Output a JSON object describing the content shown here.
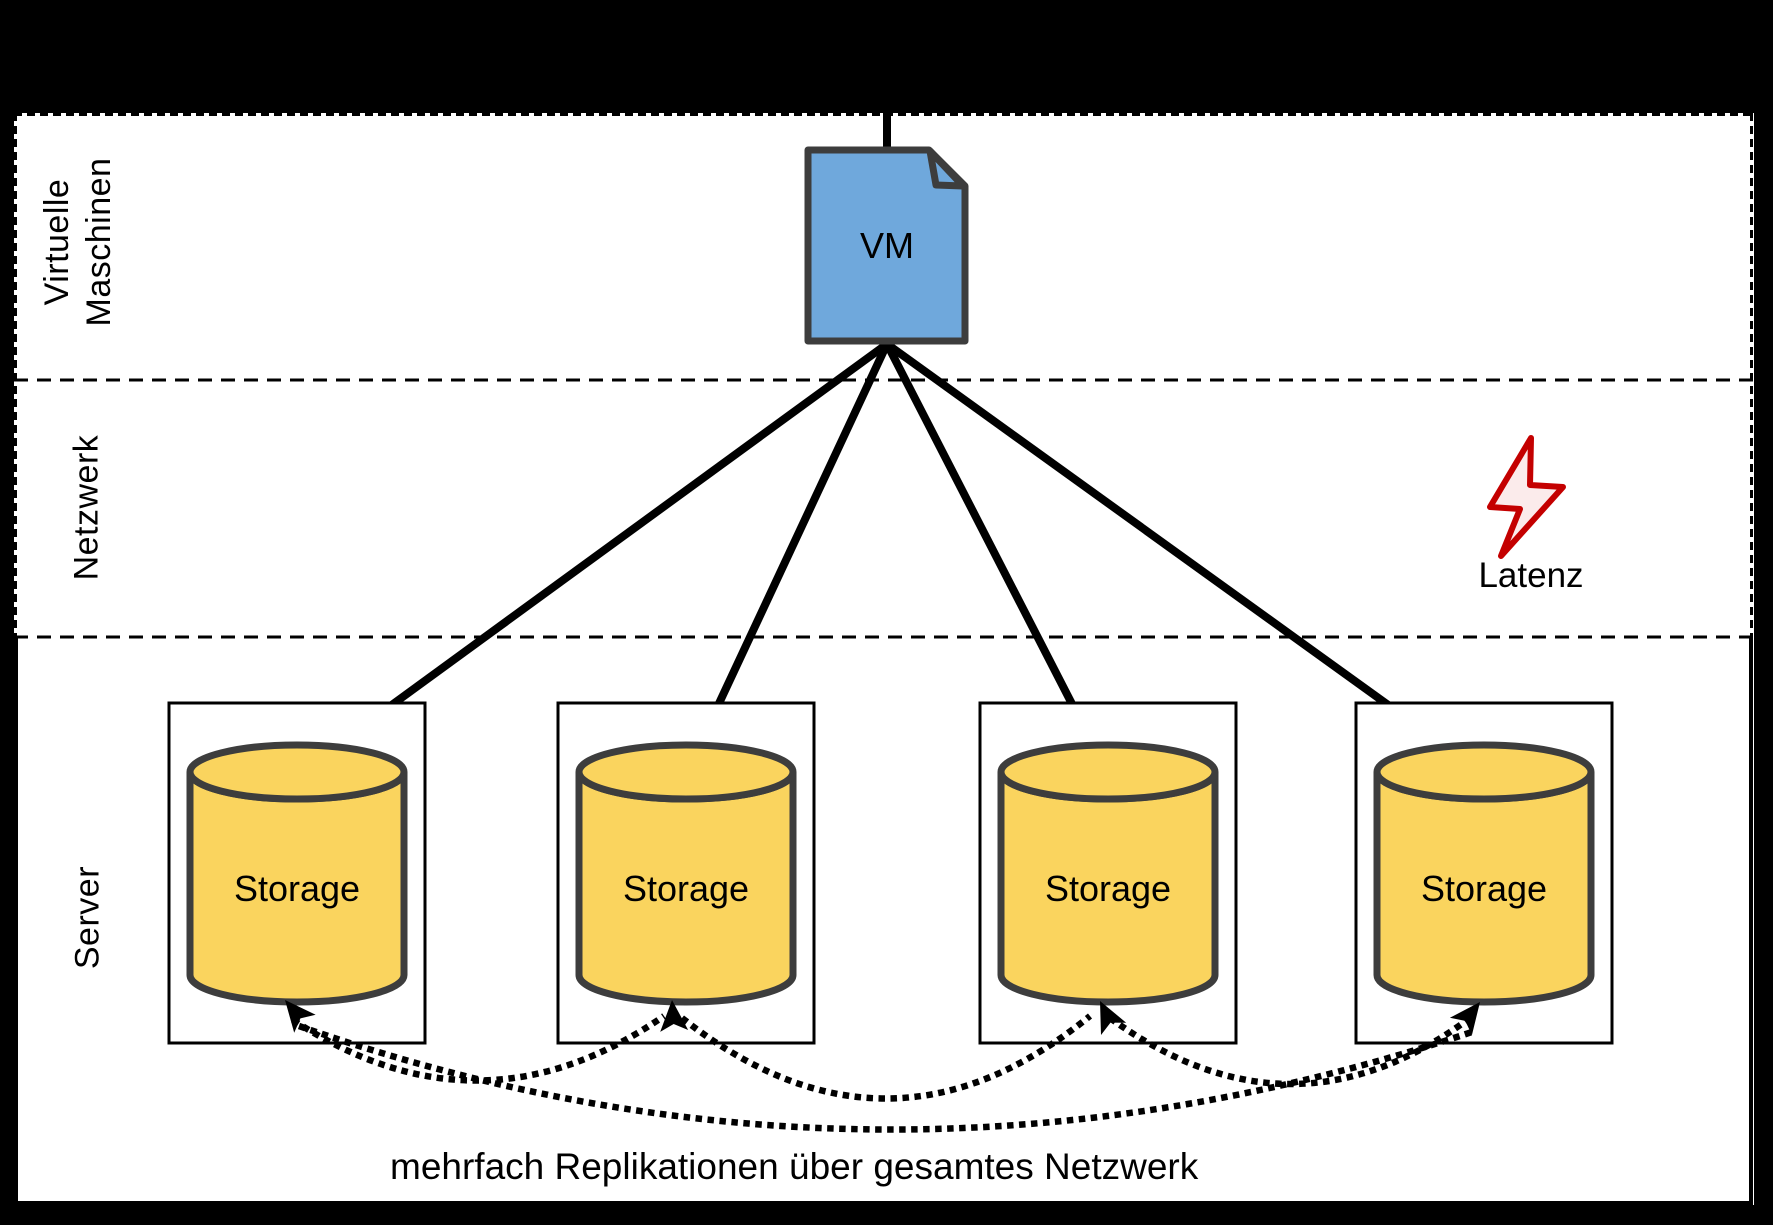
{
  "bands": {
    "vm": {
      "line1": "Virtuelle",
      "line2": "Maschinen"
    },
    "network": {
      "label": "Netzwerk"
    },
    "server": {
      "label": "Server"
    }
  },
  "vm_node": {
    "label": "VM"
  },
  "storages": [
    {
      "label": "Storage"
    },
    {
      "label": "Storage"
    },
    {
      "label": "Storage"
    },
    {
      "label": "Storage"
    }
  ],
  "latency": {
    "label": "Latenz"
  },
  "caption": "mehrfach Replikationen über gesamtes Netzwerk",
  "colors": {
    "background": "#000000",
    "panel": "#FFFFFF",
    "vm_fill": "#6FA8DC",
    "storage_fill": "#FAD45E",
    "shape_border": "#3D3D3D",
    "bolt_stroke": "#C40000",
    "bolt_fill": "#FBEBEB",
    "line": "#000000"
  }
}
